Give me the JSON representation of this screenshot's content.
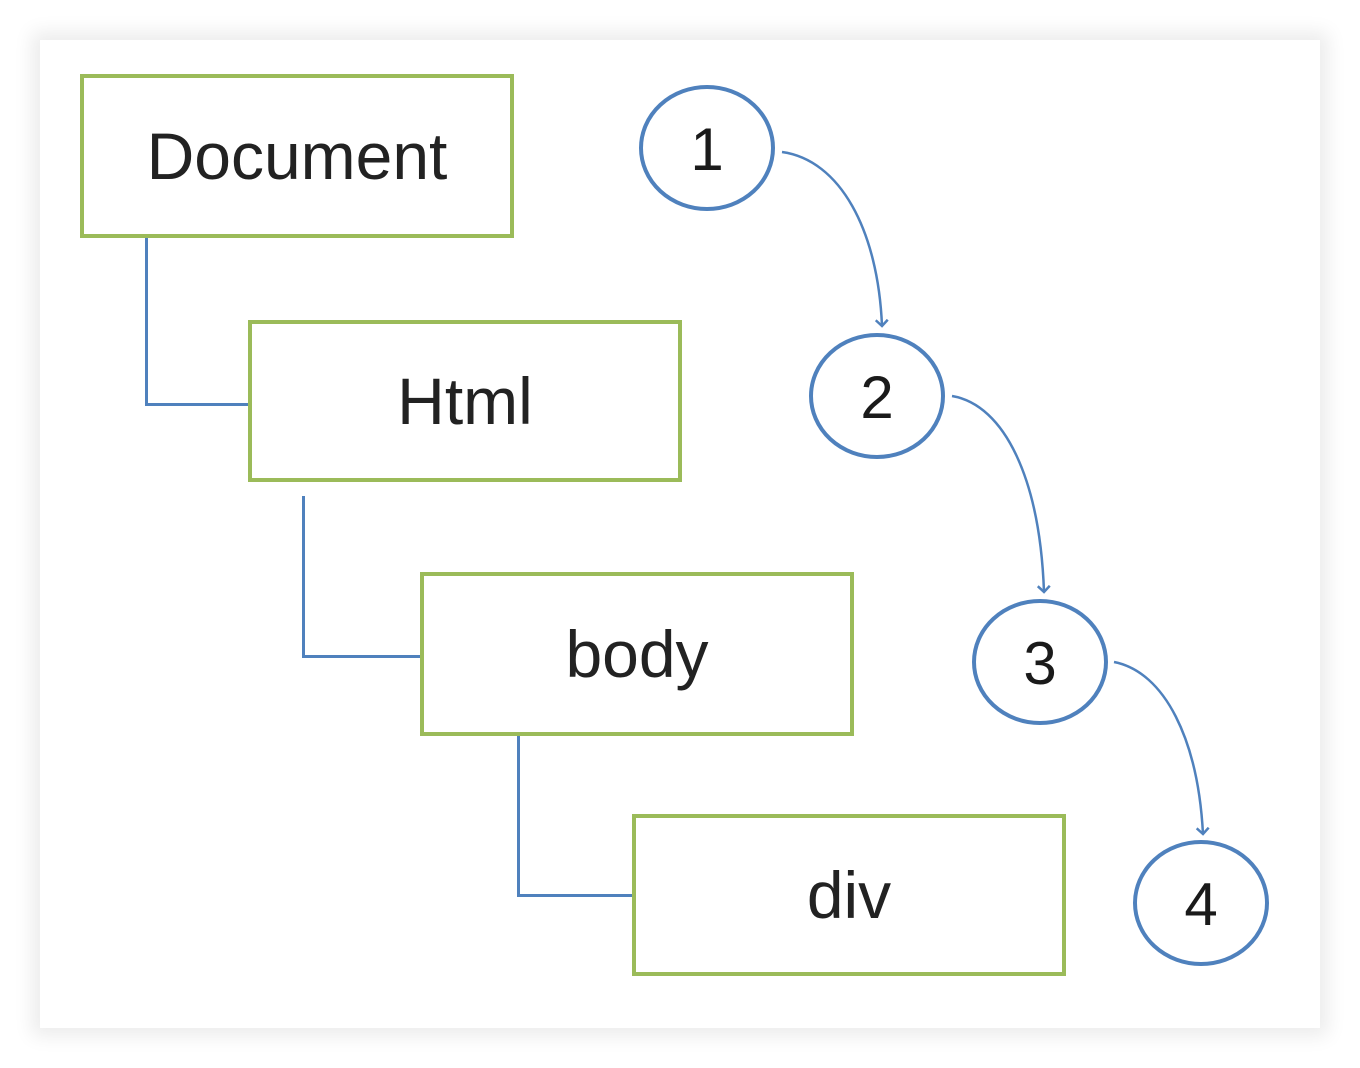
{
  "tree": {
    "nodes": [
      {
        "label": "Document"
      },
      {
        "label": "Html"
      },
      {
        "label": "body"
      },
      {
        "label": "div"
      }
    ]
  },
  "sequence": {
    "steps": [
      {
        "label": "1"
      },
      {
        "label": "2"
      },
      {
        "label": "3"
      },
      {
        "label": "4"
      }
    ]
  },
  "colors": {
    "node_border": "#9bbb59",
    "connector": "#4f81bd",
    "circle": "#4f81bd"
  }
}
